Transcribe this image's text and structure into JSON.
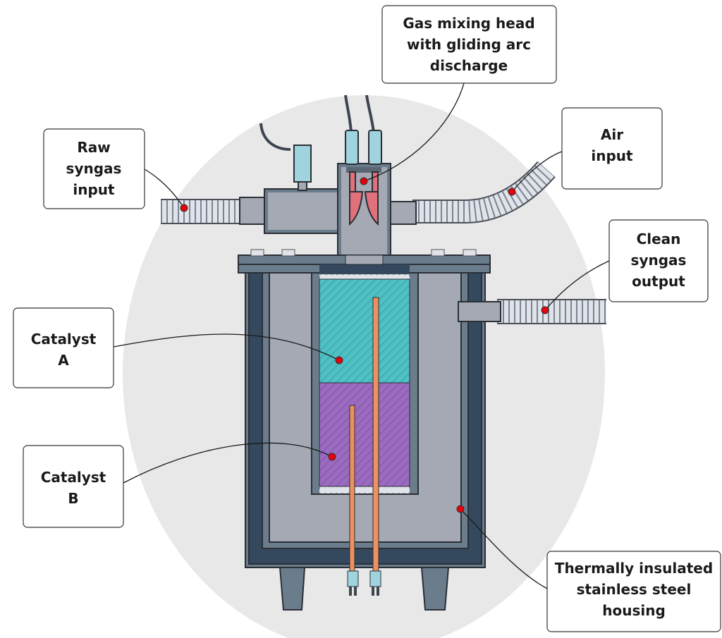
{
  "labels": {
    "mixing_head": {
      "lines": [
        "Gas mixing head",
        "with gliding arc",
        "discharge"
      ]
    },
    "raw_syngas": {
      "lines": [
        "Raw",
        "syngas",
        "input"
      ]
    },
    "air": {
      "lines": [
        "Air",
        "input"
      ]
    },
    "clean_syngas": {
      "lines": [
        "Clean",
        "syngas",
        "output"
      ]
    },
    "catalyst_a": {
      "lines": [
        "Catalyst",
        "A"
      ]
    },
    "catalyst_b": {
      "lines": [
        "Catalyst",
        "B"
      ]
    },
    "housing": {
      "lines": [
        "Thermally insulated",
        "stainless steel",
        "housing"
      ]
    }
  },
  "colors": {
    "background_circle": "#e8e8e8",
    "housing_outer": "#6b7d8d",
    "insulation": "#34495e",
    "inner_body": "#a4a9b3",
    "catalyst_a": "#4fc0c3",
    "catalyst_b": "#9b6bbf",
    "electrode": "#e0707a",
    "rod": "#ee9060",
    "connector": "#9fd3dd",
    "marker": "#e8000b"
  }
}
